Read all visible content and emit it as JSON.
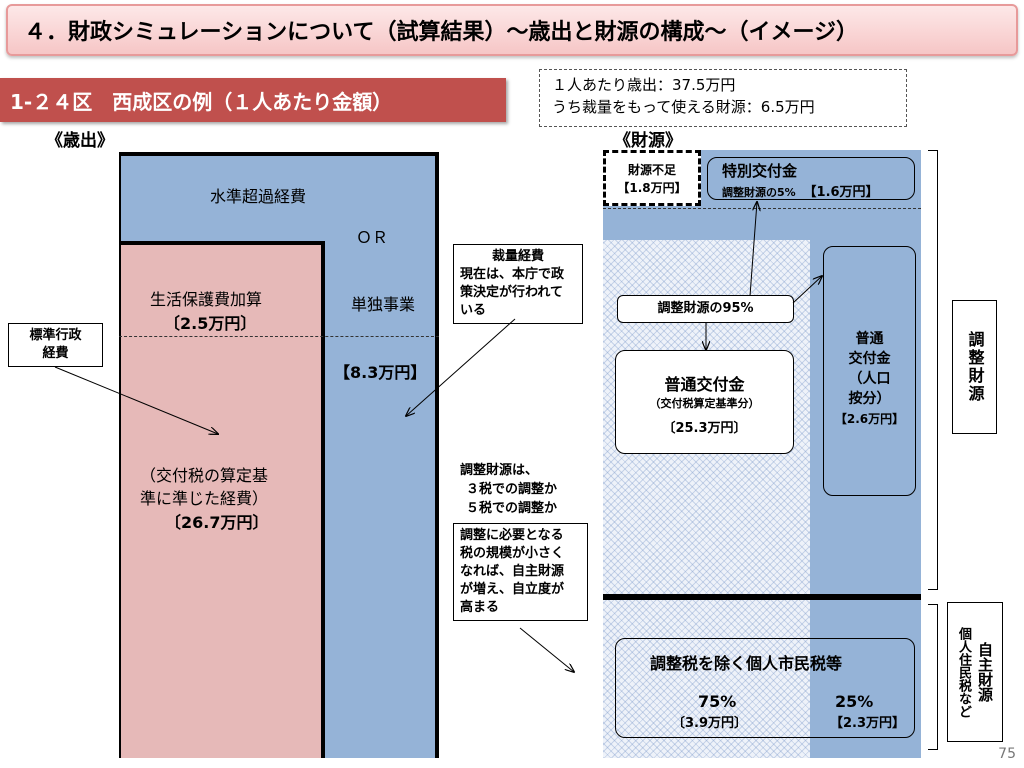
{
  "title": "４．財政シミュレーションについて（試算結果）～歳出と財源の構成～（イメージ）",
  "subtitle": "1-２４区　西成区の例（１人あたり金額）",
  "info": {
    "line1": "１人あたり歳出：37.5万円",
    "line2": "うち裁量をもって使える財源：6.5万円"
  },
  "expenditure": {
    "label": "《歳出》",
    "excess": "水準超過経費",
    "or": "ＯＲ",
    "welfare": "生活保護費加算",
    "welfare_amount": "〔2.5万円〕",
    "independent": "単独事業",
    "independent_amount": "【8.3万円】",
    "standard_note_1": "（交付税の算定基",
    "standard_note_2": "準に準じた経費）",
    "standard_amount": "〔26.7万円〕"
  },
  "callouts": {
    "standard_admin_1": "標準行政",
    "standard_admin_2": "経費",
    "discretionary_title": "裁量経費",
    "discretionary_1": "現在は、本庁で政",
    "discretionary_2": "策決定が行われて",
    "discretionary_3": "いる",
    "adjust_1": "調整財源は、",
    "adjust_2": "３税での調整か",
    "adjust_3": "５税での調整か",
    "needed_1": "調整に必要となる",
    "needed_2": "税の規模が小さく",
    "needed_3": "なれば、自主財源",
    "needed_4": "が増え、自立度が",
    "needed_5": "高まる"
  },
  "revenue": {
    "label": "《財源》",
    "shortfall_1": "財源不足",
    "shortfall_2": "【1.8万円】",
    "special_title": "特別交付金",
    "special_sub": "調整財源の5%",
    "special_amount": "【1.6万円】",
    "adjust95": "調整財源の95%",
    "normal_title": "普通交付金",
    "normal_sub": "（交付税算定基準分）",
    "normal_amount": "〔25.3万円〕",
    "pop_1": "普通",
    "pop_2": "交付金",
    "pop_3": "（人口",
    "pop_4": "按分）",
    "pop_amount": "【2.6万円】",
    "tax_title": "調整税を除く個人市民税等",
    "tax_pct_left": "75%",
    "tax_amt_left": "〔3.9万円〕",
    "tax_pct_right": "25%",
    "tax_amt_right": "【2.3万円】",
    "bracket_adjust": "調整財源",
    "bracket_own_1": "個人住民税など",
    "bracket_own_2": "自主財源"
  },
  "page_number": "75",
  "colors": {
    "blue": "#95b3d7",
    "pink": "#e6b9b8",
    "red": "#c0504d"
  }
}
